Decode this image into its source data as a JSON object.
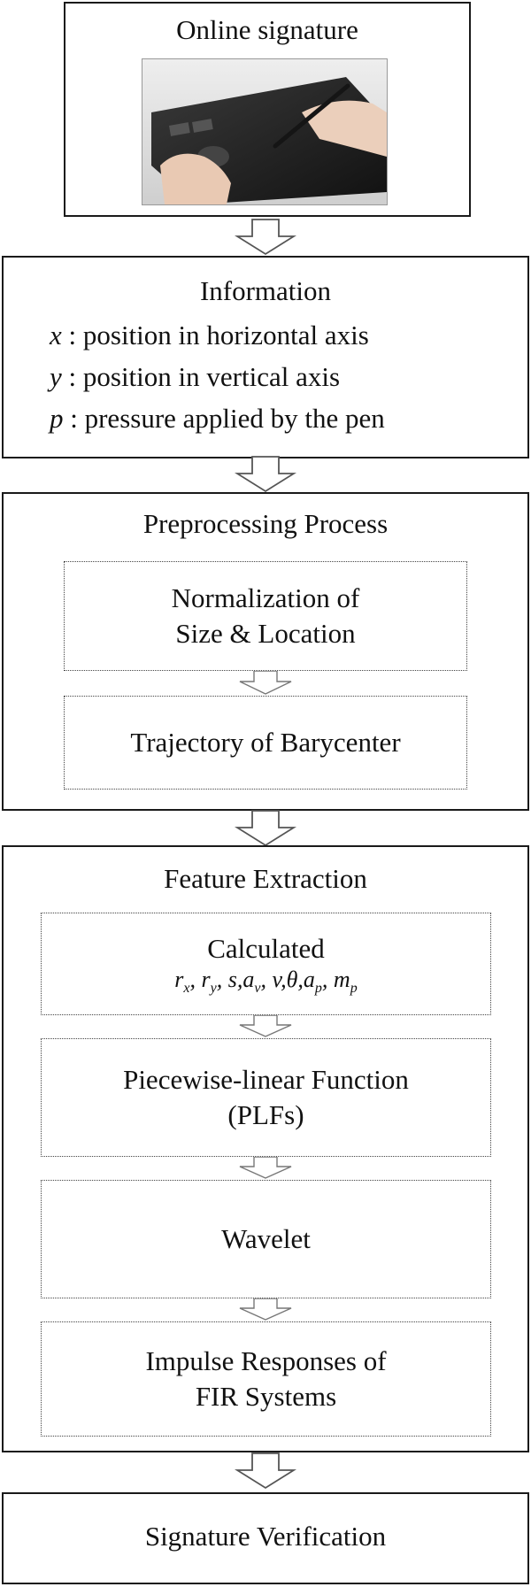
{
  "online": {
    "title": "Online signature",
    "icon": "pen-tablet-photo"
  },
  "info": {
    "title": "Information",
    "lines": [
      {
        "var": "x",
        "desc": ": position in horizontal axis"
      },
      {
        "var": "y",
        "desc": ": position in vertical axis"
      },
      {
        "var": "p",
        "desc": ": pressure applied by the pen"
      }
    ]
  },
  "preprocessing": {
    "title": "Preprocessing Process",
    "step1": {
      "line1": "Normalization of",
      "line2": "Size & Location"
    },
    "step2": "Trajectory of Barycenter"
  },
  "feature": {
    "title": "Feature Extraction",
    "calc": {
      "label": "Calculated",
      "f_rx": "r",
      "f_rx_sub": "x",
      "f_ry": "r",
      "f_ry_sub": "y",
      "f_s": "s",
      "f_av": "a",
      "f_av_sub": "v",
      "f_v": "v",
      "f_theta": "θ",
      "f_ap": "a",
      "f_ap_sub": "p",
      "f_mp": "m",
      "f_mp_sub": "p"
    },
    "plf": {
      "line1": "Piecewise-linear Function",
      "line2": "(PLFs)"
    },
    "wavelet": "Wavelet",
    "fir": {
      "line1": "Impulse Responses of",
      "line2": "FIR Systems"
    }
  },
  "verification": "Signature Verification",
  "colors": {
    "border": "#1a1a1a",
    "dotted": "#444444",
    "arrow": "#555555"
  }
}
